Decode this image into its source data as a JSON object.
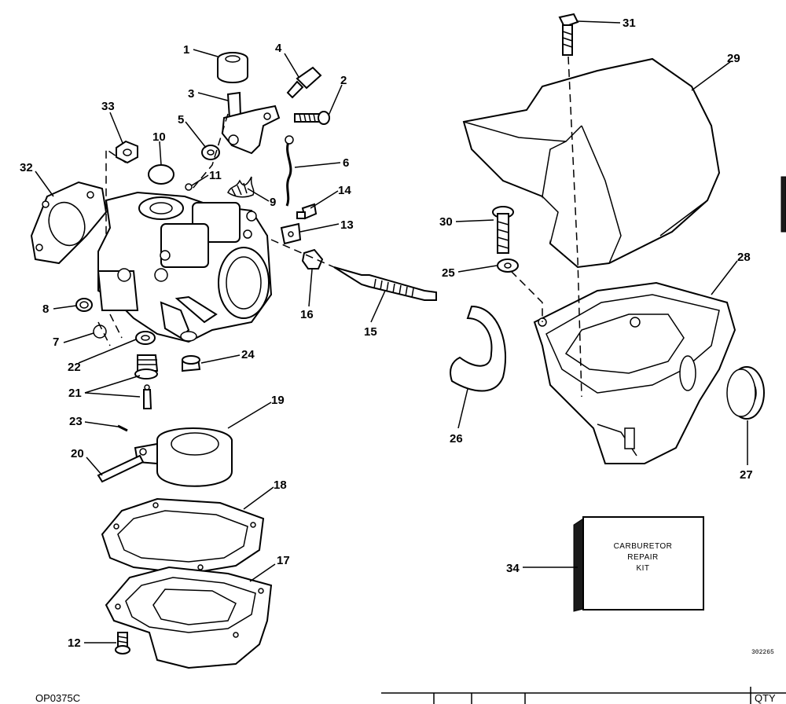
{
  "callouts": [
    "1",
    "2",
    "3",
    "4",
    "5",
    "6",
    "7",
    "8",
    "9",
    "10",
    "11",
    "12",
    "13",
    "14",
    "15",
    "16",
    "17",
    "18",
    "19",
    "20",
    "21",
    "22",
    "23",
    "24",
    "25",
    "26",
    "27",
    "28",
    "29",
    "30",
    "31",
    "32",
    "33",
    "34"
  ],
  "kit_label": {
    "line1": "CARBURETOR",
    "line2": "REPAIR",
    "line3": "KIT"
  },
  "image_code": "302265",
  "footer_code": "OP0375C",
  "table_header_qty": "QTY"
}
